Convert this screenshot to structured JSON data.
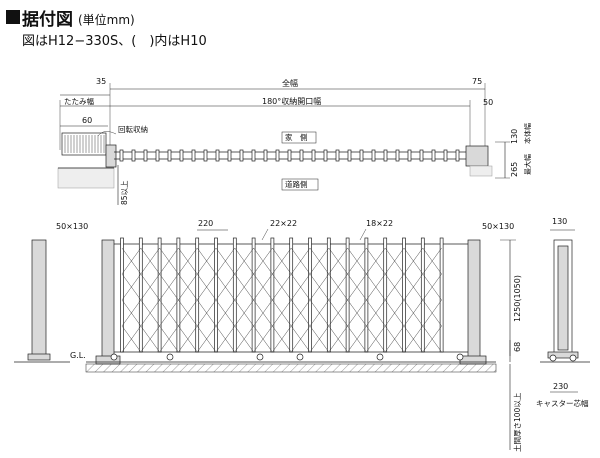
{
  "title": {
    "main": "据付図",
    "unit": "(単位mm)",
    "subtitle": "図はH12−330S、(　)内はH10"
  },
  "plan": {
    "dim_35": "35",
    "dim_total": "全幅",
    "dim_75": "75",
    "dim_folded": "たたみ幅",
    "dim_opening": "180°収納開口幅",
    "dim_50": "50",
    "dim_60": "60",
    "rotate_label": "回転収納",
    "house_side": "家　側",
    "road_side": "道路側",
    "dim_85": "85以上",
    "dim_130": "130",
    "dim_265": "265",
    "body_width": "本体幅",
    "max_width": "最大幅"
  },
  "elevation": {
    "post_left": "50×130",
    "dim_220": "220",
    "dim_22x22": "22×22",
    "dim_18x22": "18×22",
    "post_right": "50×130",
    "gl": "G.L.",
    "height": "1250(1050)",
    "dim_68": "68",
    "soil": "土間厚さ100以上"
  },
  "side": {
    "dim_130": "130",
    "dim_230": "230",
    "caster": "キャスター芯幅"
  },
  "colors": {
    "line": "#222222",
    "fill": "#d9d9d9"
  }
}
